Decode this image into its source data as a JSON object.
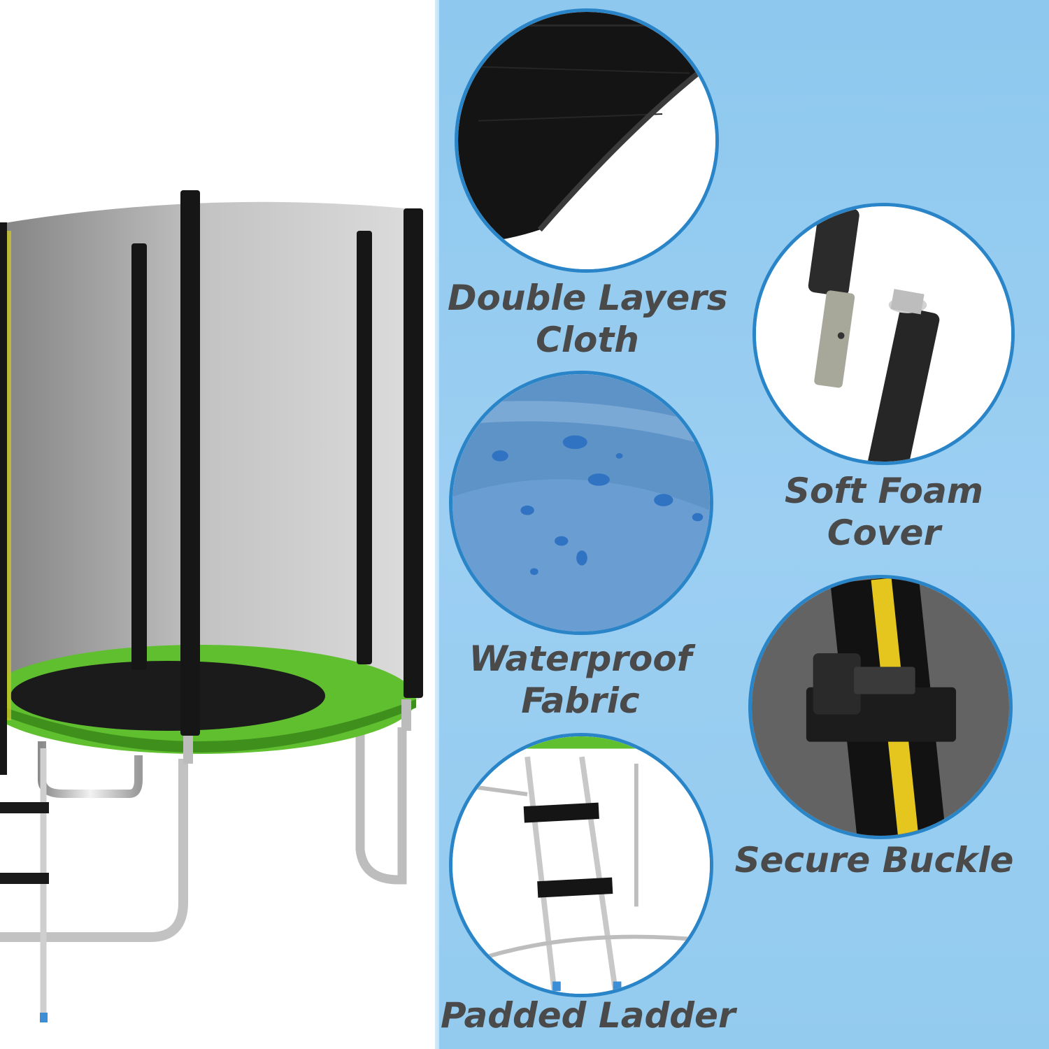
{
  "features": [
    {
      "id": "cloth",
      "line1": "Double Layers",
      "line2": "Cloth"
    },
    {
      "id": "foam",
      "line1": "Soft Foam",
      "line2": "Cover"
    },
    {
      "id": "water",
      "line1": "Waterproof",
      "line2": "Fabric"
    },
    {
      "id": "buckle",
      "line1": "Secure Buckle",
      "line2": ""
    },
    {
      "id": "ladder",
      "line1": "Padded Ladder",
      "line2": ""
    }
  ],
  "colors": {
    "panel_blue": "#93cbef",
    "circle_border": "#2a85c8",
    "label_text": "#4a4a4a",
    "trampoline_green": "#5fbf2e",
    "net_gray": "#a9a9a9",
    "pole_black": "#161616"
  }
}
